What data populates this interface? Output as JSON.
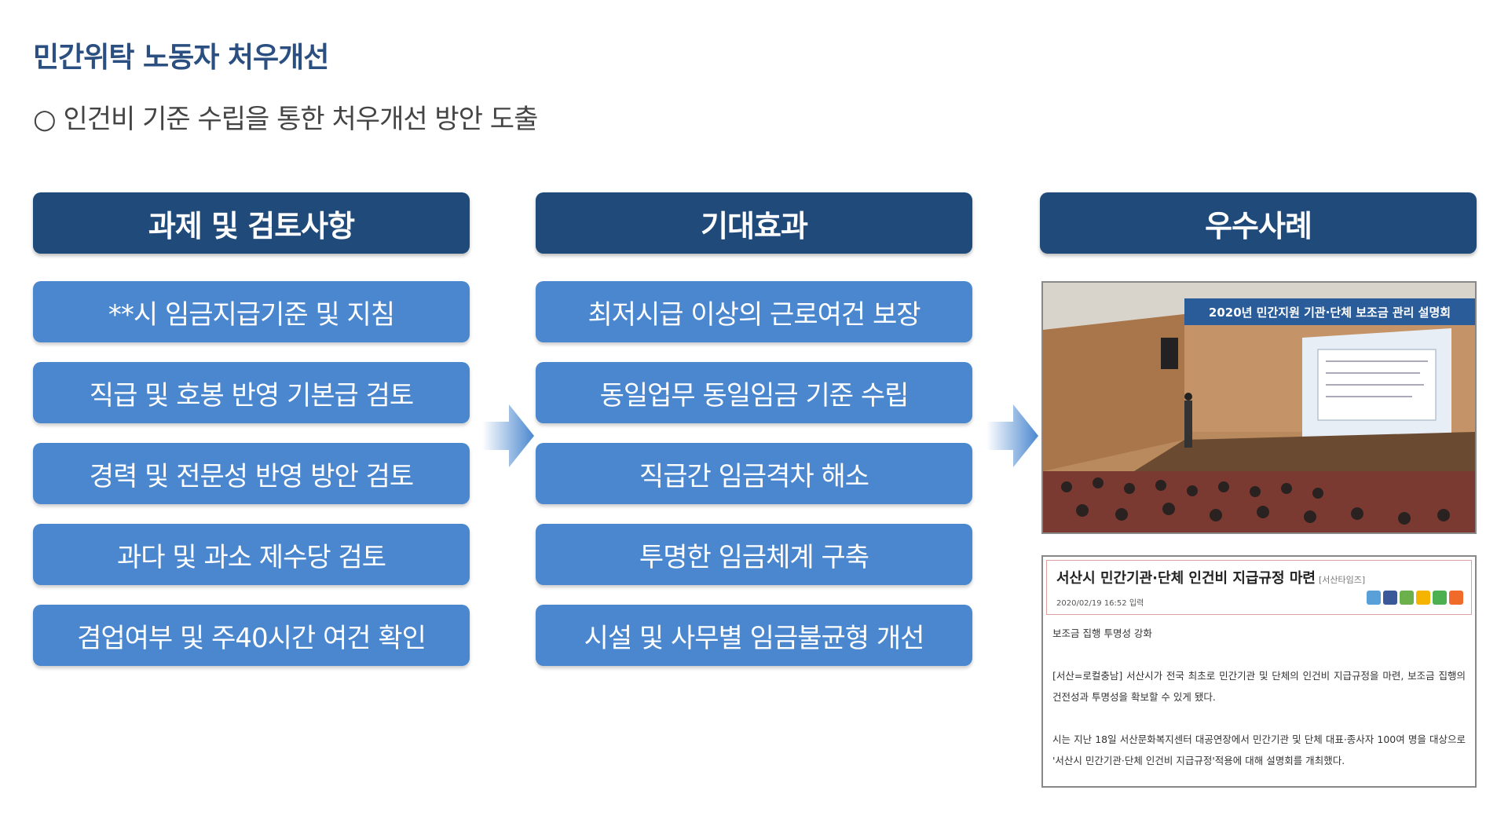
{
  "title": "민간위탁 노동자 처우개선",
  "subtitle": "○ 인건비 기준 수립을 통한 처우개선 방안 도출",
  "columns": [
    {
      "header": "과제 및 검토사항",
      "items": [
        "**시 임금지급기준 및 지침",
        "직급 및 호봉 반영 기본급 검토",
        "경력 및 전문성 반영 방안 검토",
        "과다 및 과소 제수당 검토",
        "겸업여부 및 주40시간 여건 확인"
      ]
    },
    {
      "header": "기대효과",
      "items": [
        "최저시급 이상의 근로여건 보장",
        "동일업무 동일임금 기준 수립",
        "직급간 임금격차 해소",
        "투명한 임금체계 구축",
        "시설 및 사무별 임금불균형 개선"
      ]
    },
    {
      "header": "우수사례"
    }
  ],
  "photo": {
    "banner": "2020년 민간지원 기관·단체 보조금 관리 설명회"
  },
  "news": {
    "headline": "서산시 민간기관·단체 인건비 지급규정 마련",
    "source": "[서산타임즈]",
    "date": "2020/02/19 16:52 입력",
    "subhead": "보조금 집행 투명성 강화",
    "para1": "[서산=로컬충남] 서산시가 전국 최초로 민간기관 및 단체의 인건비 지급규정을 마련, 보조금 집행의 건전성과 투명성을 확보할 수 있게 됐다.",
    "para2": "시는 지난 18일 서산문화복지센터 대공연장에서 민간기관 및 단체 대표·종사자 100여 명을 대상으로 '서산시 민간기관·단체 인건비 지급규정'적용에 대해 설명회를 개최했다."
  },
  "colors": {
    "header_bg": "#1f4a7a",
    "item_bg": "#4a87cf",
    "title": "#2a4f80"
  }
}
